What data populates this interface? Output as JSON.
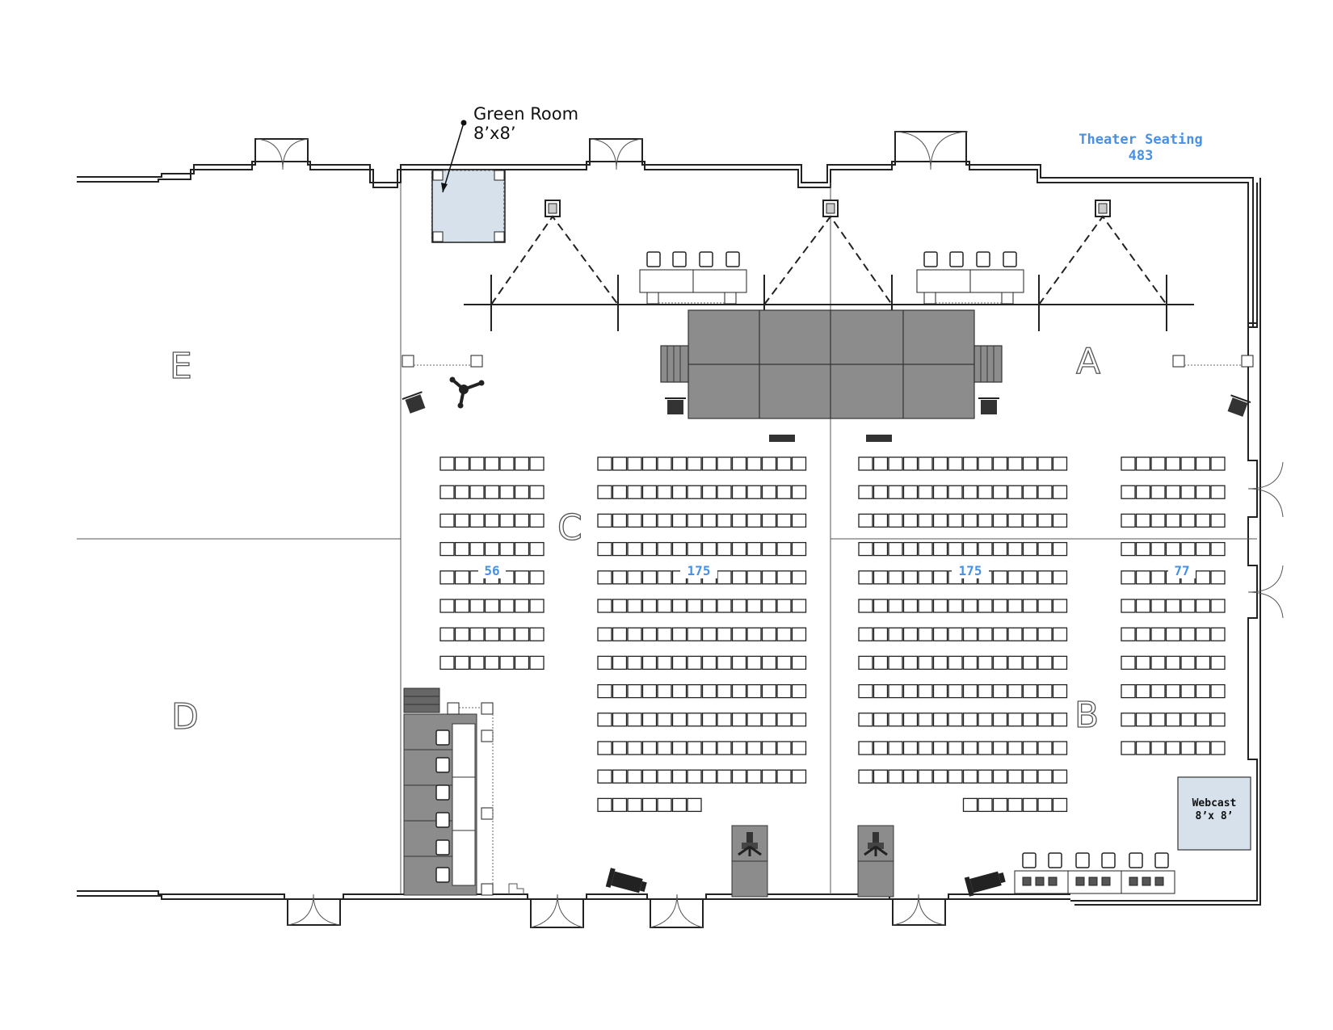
{
  "title": {
    "line1": "Theater Seating",
    "line2": "483"
  },
  "green_room": {
    "line1": "Green Room",
    "line2": "8’x8’"
  },
  "webcast": {
    "line1": "Webcast",
    "line2": "8’x 8’"
  },
  "rooms": {
    "a": "A",
    "b": "B",
    "c": "C",
    "d": "D",
    "e": "E"
  },
  "section_counts": {
    "left": "56",
    "center_left": "175",
    "center_right": "175",
    "right": "77"
  },
  "colors": {
    "count_blue": "#4a90e2",
    "stage_gray": "#8c8c8c",
    "green_room_fill": "#d6e1eb",
    "webcast_fill": "#d6e1eb"
  },
  "seating_sections": {
    "left": {
      "rows": 8,
      "seats_per_row": 7,
      "total": 56
    },
    "center_left": {
      "rows": 13,
      "seats_per_row": 14,
      "last_row_seats": 7,
      "total": 175
    },
    "center_right": {
      "rows": 13,
      "seats_per_row": 14,
      "last_row_seats": 7,
      "total": 175
    },
    "right": {
      "rows": 11,
      "seats_per_row": 7,
      "total": 77
    }
  }
}
